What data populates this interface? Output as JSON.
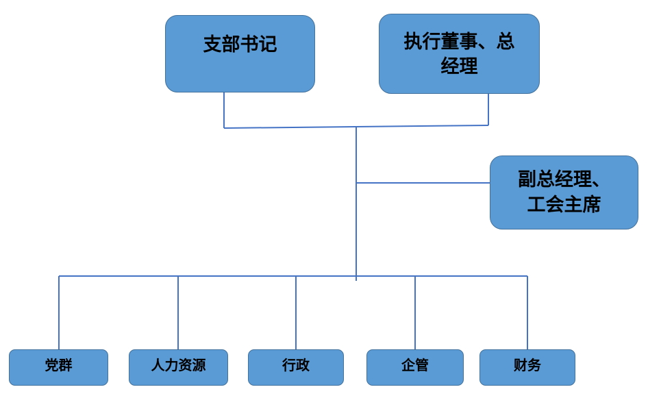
{
  "diagram": {
    "type": "org-chart",
    "background_color": "#ffffff",
    "colors": {
      "node_fill": "#5b9bd5",
      "node_border": "#41719c",
      "connector": "#4472c4",
      "text": "#000000"
    },
    "nodes": [
      {
        "id": "branch-secretary",
        "label": "支部书记",
        "level": 1
      },
      {
        "id": "executive-director-gm",
        "label": "执行董事、总\n经理",
        "level": 1
      },
      {
        "id": "deputy-gm-union-chair",
        "label": "副总经理、\n工会主席",
        "level": 2
      },
      {
        "id": "party-group",
        "label": "党群",
        "level": 3
      },
      {
        "id": "human-resources",
        "label": "人力资源",
        "level": 3
      },
      {
        "id": "administration",
        "label": "行政",
        "level": 3
      },
      {
        "id": "enterprise-management",
        "label": "企管",
        "level": 3
      },
      {
        "id": "finance",
        "label": "财务",
        "level": 3
      }
    ],
    "edges": [
      {
        "from": "branch-secretary",
        "to": "central-trunk"
      },
      {
        "from": "executive-director-gm",
        "to": "central-trunk"
      },
      {
        "from": "central-trunk",
        "to": "deputy-gm-union-chair"
      },
      {
        "from": "central-trunk",
        "to": "party-group"
      },
      {
        "from": "central-trunk",
        "to": "human-resources"
      },
      {
        "from": "central-trunk",
        "to": "administration"
      },
      {
        "from": "central-trunk",
        "to": "enterprise-management"
      },
      {
        "from": "central-trunk",
        "to": "finance"
      }
    ]
  }
}
